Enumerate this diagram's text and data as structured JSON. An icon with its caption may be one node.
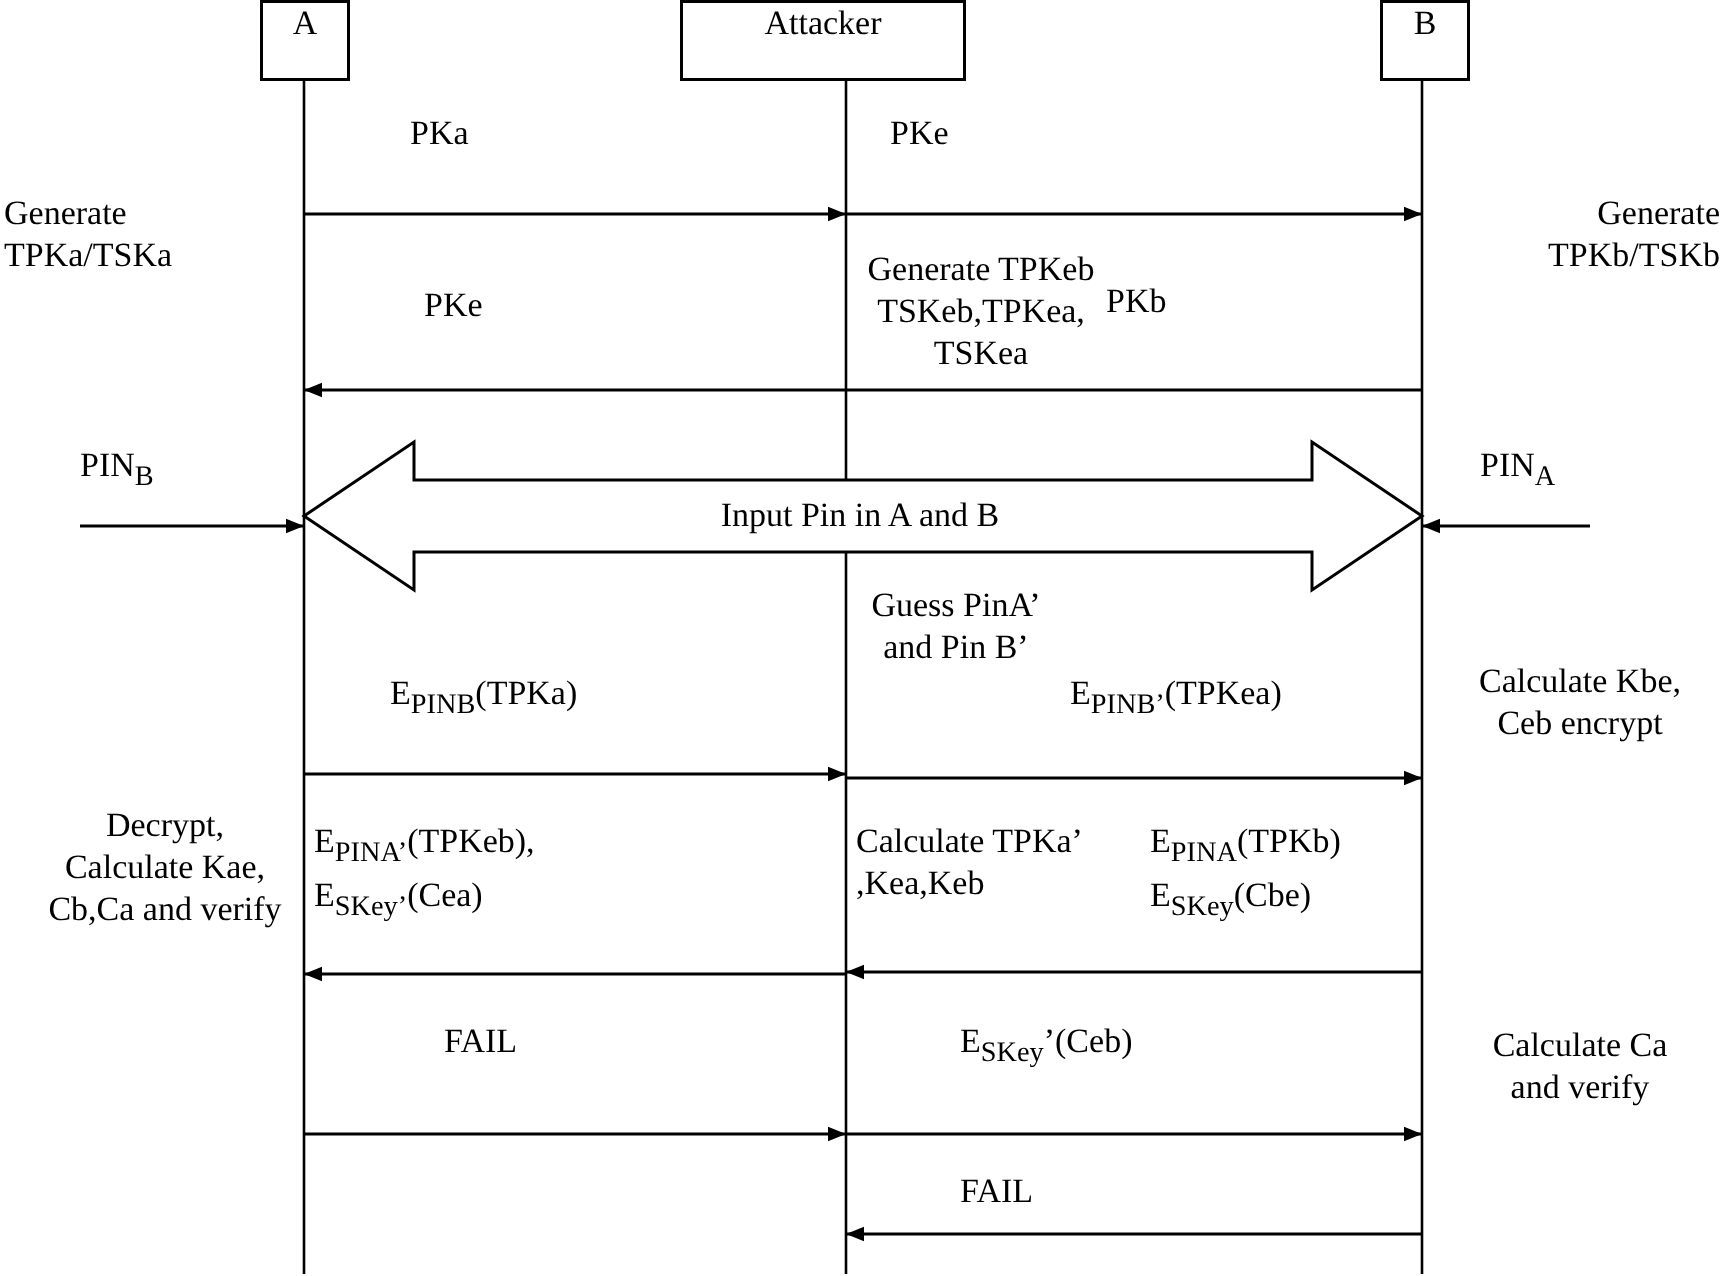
{
  "diagram": {
    "nodes": [
      {
        "text": [
          "A"
        ]
      },
      {
        "text": [
          "Attacker"
        ]
      },
      {
        "text": [
          "B"
        ]
      }
    ],
    "edges": [
      {
        "from": 0,
        "to": 1,
        "arrow": "to",
        "label": "PKa"
      },
      {
        "from": 1,
        "to": 2,
        "arrow": "to",
        "label": "PKe"
      },
      {
        "from": 2,
        "to": 1,
        "arrow": "none",
        "label": "PKb"
      },
      {
        "from": 1,
        "to": 0,
        "arrow": "to",
        "label": "PKe"
      },
      {
        "from": null,
        "to": 0,
        "arrow": "to",
        "label": "PIN$_{B}$"
      },
      {
        "from": 0,
        "to": 2,
        "arrow": "both",
        "style": "thick",
        "label": "Input Pin in A and B"
      },
      {
        "from": null,
        "to": 2,
        "arrow": "to",
        "label": "PIN$_{A}$"
      },
      {
        "from": 0,
        "to": 1,
        "arrow": "to",
        "label": "E$_{PINB}$(TPKa)"
      },
      {
        "from": 1,
        "to": 2,
        "arrow": "to",
        "label": "E$_{PINB’}$(TPKea)"
      },
      {
        "from": 1,
        "to": 0,
        "arrow": "to",
        "label": "E$_{PINA’}$(TPKeb), E$_{SKey’}$(Cea)"
      },
      {
        "from": 2,
        "to": 1,
        "arrow": "to",
        "label": "E$_{PINA}$(TPKb) E$_{SKey}$(Cbe)"
      },
      {
        "from": 0,
        "to": 1,
        "arrow": "to",
        "label": "FAIL"
      },
      {
        "from": 1,
        "to": 2,
        "arrow": "to",
        "label": "E$_{SKey}$’(Ceb)"
      },
      {
        "from": 2,
        "to": 1,
        "arrow": "to",
        "label": "FAIL"
      }
    ],
    "labels": [
      "Generate TPKa/TSKa",
      "Generate TPKb/TSKb",
      "Generate TPKeb TSKeb,TPKea, TSKea",
      "Guess PinA’ and Pin B’",
      "Calculate Kbe, Ceb encrypt",
      "Decrypt, Calculate Kae, Cb,Ca and verify",
      "Calculate TPKa’ ,Kea,Keb",
      "Calculate Ca and verify"
    ]
  }
}
